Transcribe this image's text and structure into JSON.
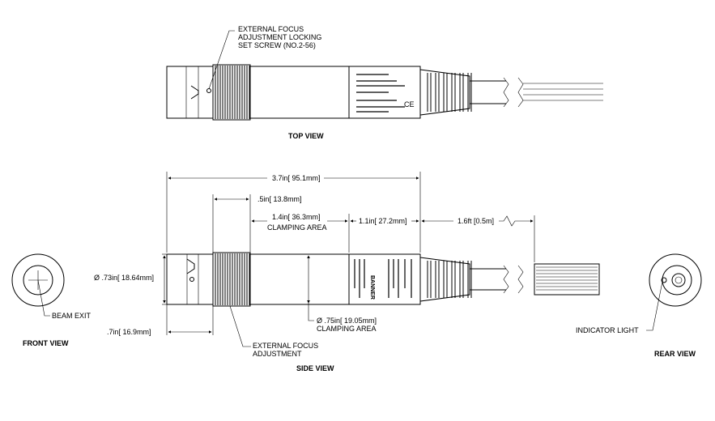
{
  "views": {
    "top": "TOP VIEW",
    "side": "SIDE VIEW",
    "front": "FRONT VIEW",
    "rear": "REAR VIEW"
  },
  "callouts": {
    "set_screw": [
      "EXTERNAL FOCUS",
      "ADJUSTMENT LOCKING",
      "SET SCREW (NO.2-56)"
    ],
    "focus_adjust": [
      "EXTERNAL FOCUS",
      "ADJUSTMENT"
    ],
    "beam_exit": "BEAM EXIT",
    "indicator_light": "INDICATOR LIGHT"
  },
  "dimensions": {
    "overall_length": "3.7in[ 95.1mm]",
    "focus_offset": ".5in[ 13.8mm]",
    "clamp_length": "1.4in[ 36.3mm]",
    "clamp_label": "CLAMPING AREA",
    "rear_section": "1.1in[ 27.2mm]",
    "cable_length": "1.6ft [0.5m]",
    "diameter": "Ø .73in[ 18.64mm]",
    "clamp_diameter": "Ø .75in[ 19.05mm]",
    "clamp_diameter_label": "CLAMPING AREA",
    "front_offset": ".7in[ 16.9mm]"
  },
  "body_text": {
    "brand": "BANNER",
    "ce_mark": "CE"
  }
}
